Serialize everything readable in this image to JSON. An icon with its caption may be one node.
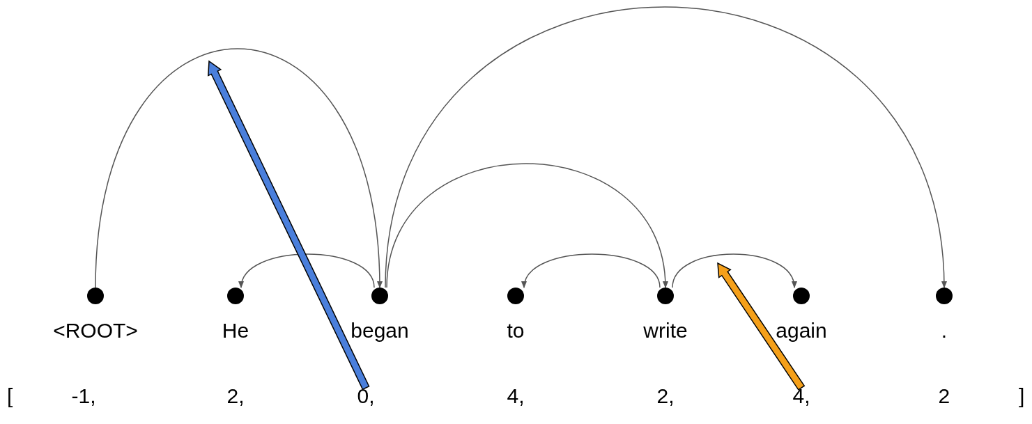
{
  "diagram": {
    "nodes": [
      {
        "text": [],
        "shape": "circle",
        "beside": [
          "<ROOT>"
        ]
      },
      {
        "text": [],
        "shape": "circle",
        "beside": [
          "He"
        ]
      },
      {
        "text": [],
        "shape": "circle",
        "beside": [
          "began"
        ]
      },
      {
        "text": [],
        "shape": "circle",
        "beside": [
          "to"
        ]
      },
      {
        "text": [],
        "shape": "circle",
        "beside": [
          "write"
        ]
      },
      {
        "text": [],
        "shape": "circle",
        "beside": [
          "again"
        ]
      },
      {
        "text": [],
        "shape": "circle",
        "beside": [
          "."
        ]
      },
      {
        "text": [
          "-1,"
        ]
      },
      {
        "text": [
          "2,"
        ]
      },
      {
        "text": [
          "0,"
        ]
      },
      {
        "text": [
          "4,"
        ]
      },
      {
        "text": [
          "2,"
        ]
      },
      {
        "text": [
          "4,"
        ]
      },
      {
        "text": [
          "2"
        ]
      }
    ],
    "edges": [
      {
        "from": 0,
        "to": 2,
        "arrow": "to"
      },
      {
        "from": 2,
        "to": 1,
        "arrow": "to"
      },
      {
        "from": 2,
        "to": 4,
        "arrow": "to"
      },
      {
        "from": 2,
        "to": 6,
        "arrow": "to"
      },
      {
        "from": 4,
        "to": 3,
        "arrow": "to"
      },
      {
        "from": 4,
        "to": 5,
        "arrow": "to"
      },
      {
        "from": 9,
        "to": null,
        "arrow": "to",
        "style": "thick",
        "color": "#4a7fdc"
      },
      {
        "from": 12,
        "to": null,
        "arrow": "to",
        "style": "thick",
        "color": "#f5a01a"
      }
    ],
    "labels": [
      "[",
      "]"
    ]
  }
}
